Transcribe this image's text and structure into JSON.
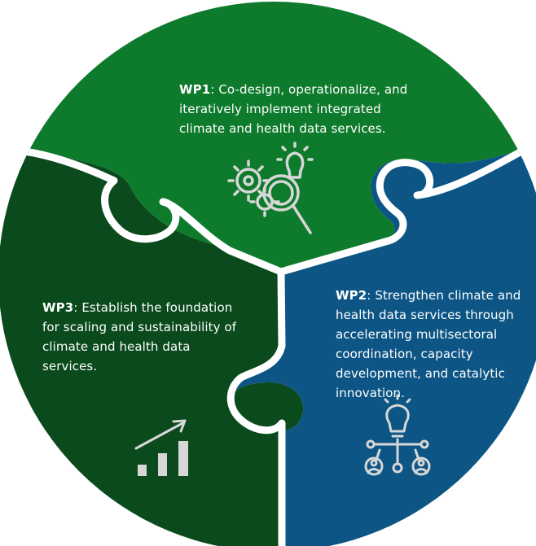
{
  "colors": {
    "wp1": "#0e7a2c",
    "wp2": "#0c5585",
    "wp3": "#0a4a1c",
    "divider": "#ffffff",
    "icon": "#d7d7d7"
  },
  "icons": {
    "wp1": "gears-magnifier-lightbulb-icon",
    "wp2": "lightbulb-network-people-icon",
    "wp3": "growth-bar-chart-icon"
  },
  "work_packages": [
    {
      "id": "WP1",
      "separator": ": ",
      "description": "Co-design, operationalize, and iteratively implement integrated climate and health data services."
    },
    {
      "id": "WP2",
      "separator": ": ",
      "description": "Strengthen climate and health data services through accelerating multisectoral coordination, capacity development, and catalytic innovation."
    },
    {
      "id": "WP3",
      "separator": ": ",
      "description": "Establish the foundation for scaling and sustainability of climate and health data services."
    }
  ]
}
